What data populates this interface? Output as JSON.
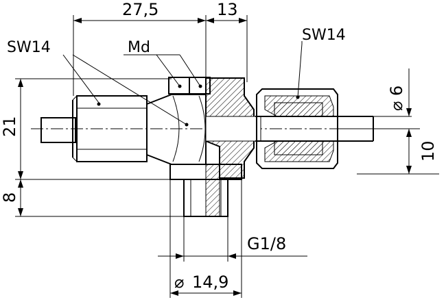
{
  "dimensions": {
    "length_a": "27,5",
    "length_b": "13",
    "height_21": "21",
    "height_8": "8",
    "tube_diameter": "6",
    "offset_10": "10",
    "thread": "G1/8",
    "outer_diameter": "14,9",
    "diameter_symbol": "⌀"
  },
  "callouts": {
    "wrench_left": "SW14",
    "wrench_right": "SW14",
    "marking": "Md"
  }
}
